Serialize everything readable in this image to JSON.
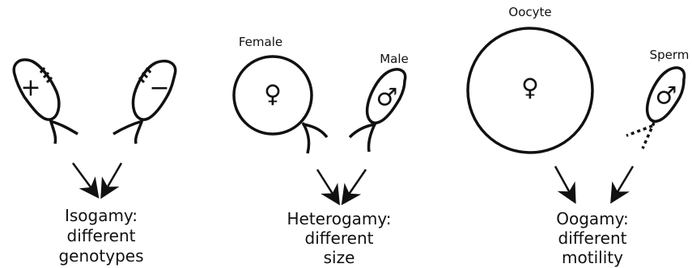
{
  "isogamy": {
    "plus_symbol": "+",
    "minus_symbol": "−",
    "caption_line1": "Isogamy:",
    "caption_line2": "different",
    "caption_line3": "genotypes"
  },
  "heterogamy": {
    "female_label": "Female",
    "male_label": "Male",
    "female_symbol": "♀",
    "male_symbol": "♂",
    "caption_line1": "Heterogamy:",
    "caption_line2": "different",
    "caption_line3": "size"
  },
  "oogamy": {
    "oocyte_label": "Oocyte",
    "sperm_label": "Sperm",
    "female_symbol": "♀",
    "male_symbol": "♂",
    "caption_line1": "Oogamy:",
    "caption_line2": "different",
    "caption_line3": "motility"
  }
}
